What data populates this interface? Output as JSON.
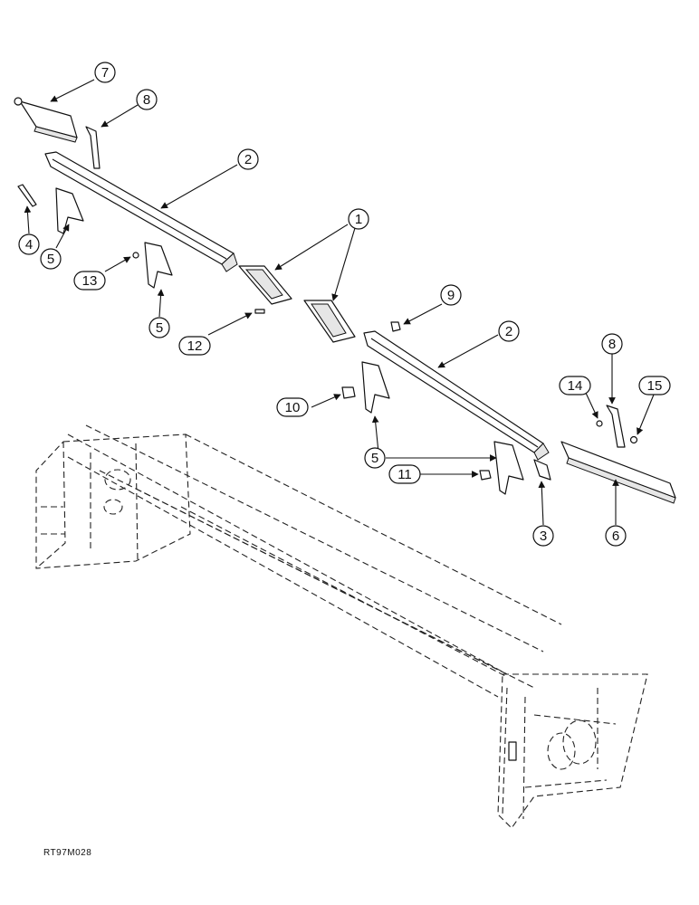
{
  "drawing_code": "RT97M028",
  "callouts": [
    "7",
    "8",
    "2",
    "4",
    "5",
    "13",
    "5",
    "1",
    "12",
    "9",
    "2",
    "8",
    "14",
    "15",
    "10",
    "5",
    "11",
    "3",
    "6"
  ]
}
